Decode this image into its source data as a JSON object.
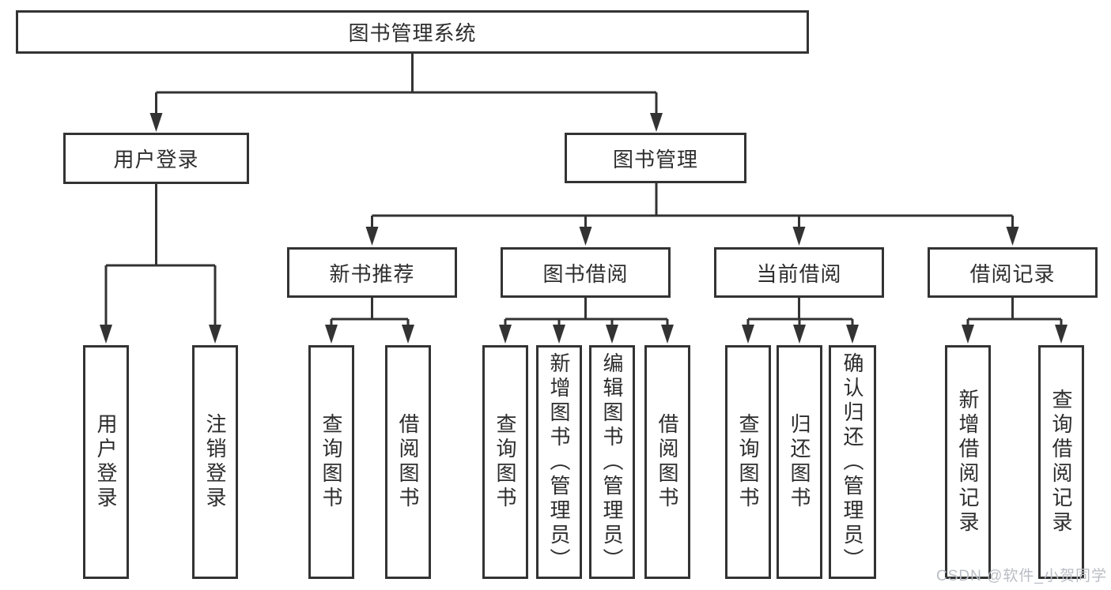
{
  "diagram": {
    "root": {
      "label": "图书管理系统",
      "children": [
        {
          "label": "用户登录",
          "children": [
            {
              "label": "用户登录"
            },
            {
              "label": "注销登录"
            }
          ]
        },
        {
          "label": "图书管理",
          "children": [
            {
              "label": "新书推荐",
              "children": [
                {
                  "label": "查询图书"
                },
                {
                  "label": "借阅图书"
                }
              ]
            },
            {
              "label": "图书借阅",
              "children": [
                {
                  "label": "查询图书"
                },
                {
                  "label": "新增图书（管理员）"
                },
                {
                  "label": "编辑图书（管理员）"
                },
                {
                  "label": "借阅图书"
                }
              ]
            },
            {
              "label": "当前借阅",
              "children": [
                {
                  "label": "查询图书"
                },
                {
                  "label": "归还图书"
                },
                {
                  "label": "确认归还（管理员）"
                }
              ]
            },
            {
              "label": "借阅记录",
              "children": [
                {
                  "label": "新增借阅记录"
                },
                {
                  "label": "查询借阅记录"
                }
              ]
            }
          ]
        }
      ]
    },
    "colors": {
      "line": "#333333",
      "box_border": "#333333",
      "text": "#2d2d2d",
      "watermark": "#b9bdc4",
      "background": "#ffffff"
    }
  },
  "watermark": {
    "text": "CSDN @软件_小贺同学"
  }
}
